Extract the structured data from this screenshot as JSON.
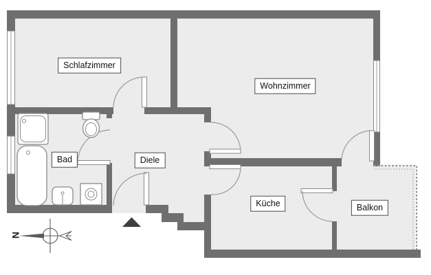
{
  "floorplan": {
    "rooms": [
      {
        "id": "schlafzimmer",
        "label": "Schlafzimmer"
      },
      {
        "id": "wohnzimmer",
        "label": "Wohnzimmer"
      },
      {
        "id": "bad",
        "label": "Bad"
      },
      {
        "id": "diele",
        "label": "Diele"
      },
      {
        "id": "kueche",
        "label": "Küche"
      },
      {
        "id": "balkon",
        "label": "Balkon"
      }
    ],
    "compass": {
      "north_label": "N"
    },
    "fixtures": [
      "shower",
      "bathtub",
      "toilet",
      "sink",
      "washing-machine"
    ],
    "features": [
      "entrance-arrow",
      "balcony-railing",
      "stepped-wall",
      "door-swings",
      "windows"
    ],
    "colors": {
      "background": "#ffffff",
      "wall": "#6f6f6f",
      "floor": "#ececec",
      "fixture_outline": "#8a8a8a",
      "door_arc": "#9a9a9a",
      "railing": "#9a9a9a",
      "entrance_marker": "#3f3f3f",
      "label_border": "#4a4a4a",
      "text": "#111111",
      "compass": "#5a5a5a"
    }
  }
}
